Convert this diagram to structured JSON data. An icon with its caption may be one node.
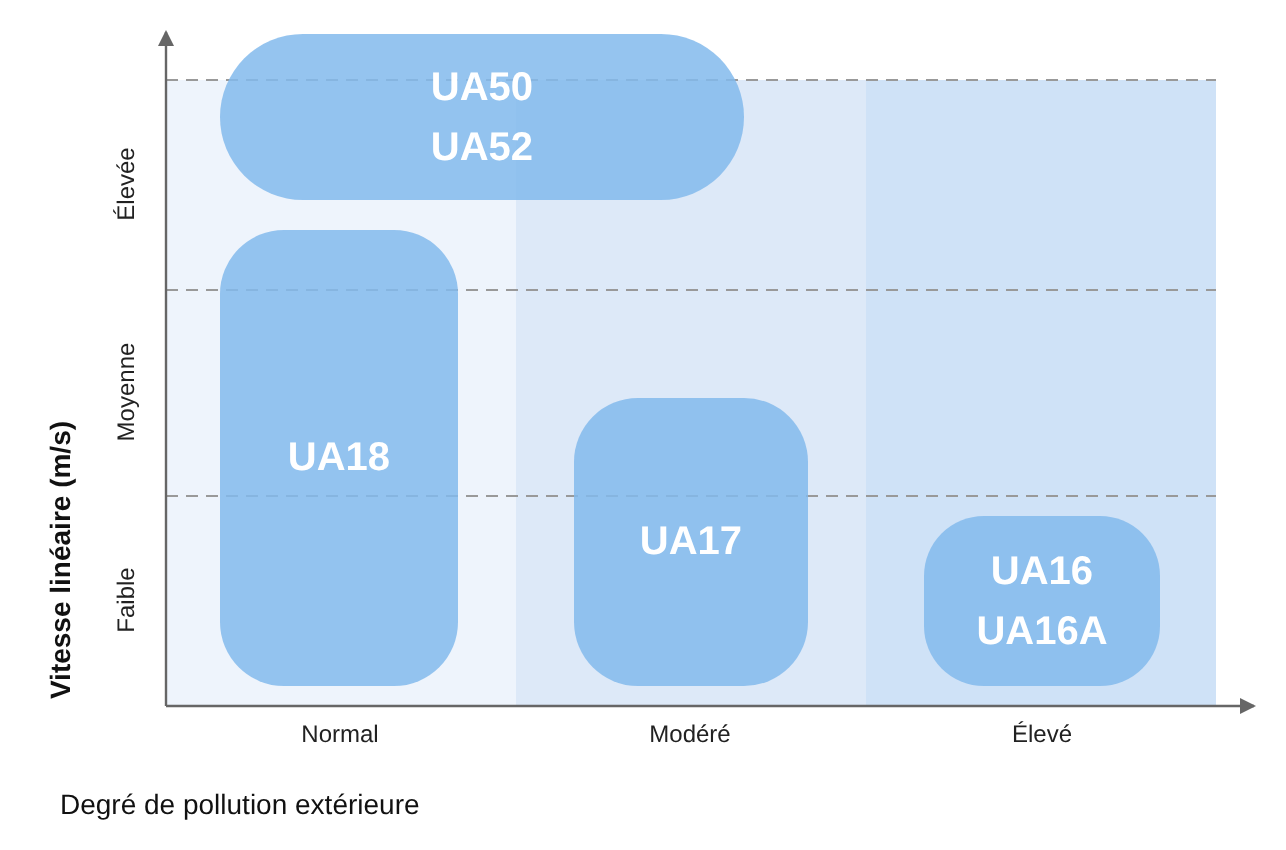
{
  "diagram": {
    "nodes": [
      {
        "text": [
          "UA50",
          "UA52"
        ]
      },
      {
        "text": [
          "UA18"
        ]
      },
      {
        "text": [
          "UA17"
        ]
      },
      {
        "text": [
          "UA16",
          "UA16A"
        ]
      }
    ],
    "labels": [
      "Élevée",
      "Moyenne",
      "Faible",
      "Vitesse linéaire (m/s)",
      "Normal",
      "Modéré",
      "Élevé",
      "Degré de pollution extérieure"
    ]
  }
}
